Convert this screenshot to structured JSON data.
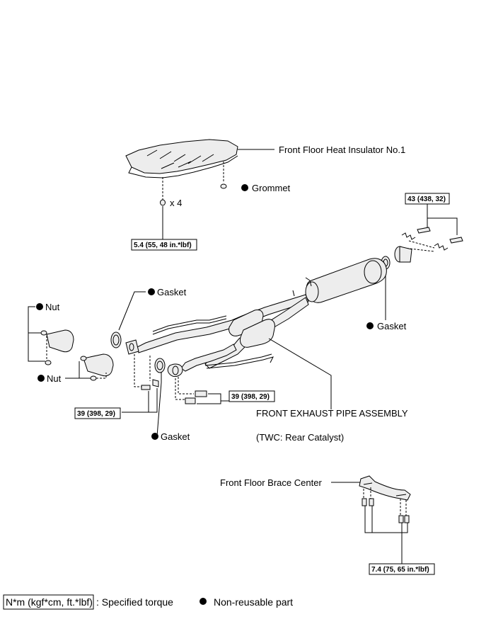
{
  "labels": {
    "heat_insulator": "Front Floor Heat Insulator No.1",
    "grommet": "Grommet",
    "x4": "x 4",
    "nut_top": "Nut",
    "nut_bottom": "Nut",
    "gasket_left_top": "Gasket",
    "gasket_right": "Gasket",
    "gasket_left_bottom": "Gasket",
    "exhaust_pipe": "FRONT EXHAUST PIPE ASSEMBLY",
    "twc": "(TWC: Rear Catalyst)",
    "brace": "Front Floor Brace Center"
  },
  "torques": {
    "insulator": "5.4 (55, 48 in.*lbf)",
    "tail": "43 (438, 32)",
    "left_flange": "39 (398, 29)",
    "right_flange": "39 (398, 29)",
    "brace": "7.4 (75, 65 in.*lbf)"
  },
  "legend": {
    "torque_units": "N*m (kgf*cm, ft.*lbf)",
    "torque_desc": ": Specified torque",
    "nonreusable": "Non-reusable part"
  },
  "colors": {
    "line": "#000000",
    "part_fill": "#ededed"
  },
  "icons": {
    "nonreusable_marker": "filled-circle"
  }
}
